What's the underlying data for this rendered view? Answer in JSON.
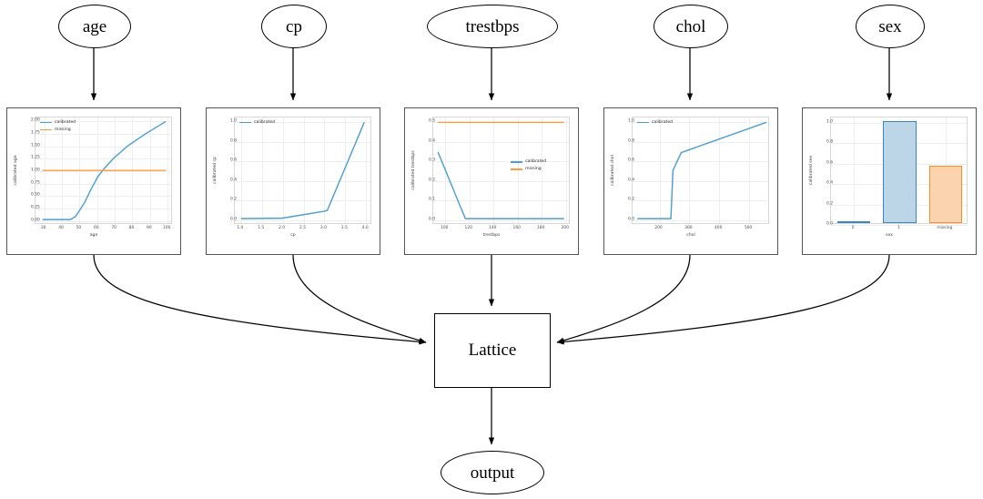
{
  "graph": {
    "input_nodes": [
      {
        "id": "age",
        "label": "age"
      },
      {
        "id": "cp",
        "label": "cp"
      },
      {
        "id": "trestbps",
        "label": "trestbps"
      },
      {
        "id": "chol",
        "label": "chol"
      },
      {
        "id": "sex",
        "label": "sex"
      }
    ],
    "lattice_label": "Lattice",
    "output_label": "output",
    "edge_color": "#000000"
  },
  "colors": {
    "calibrated": "#4c9fd0",
    "missing": "#ff9b3d",
    "bar_blue_fill": "#bcd6e8",
    "bar_blue_edge": "#3a87bd",
    "bar_orange_fill": "#fbd3ae",
    "bar_orange_edge": "#ff8c22",
    "grid": "#ededf2",
    "axes_border": "#d8d8d8",
    "card_border": "#555555"
  },
  "chart_data": [
    {
      "id": "age",
      "type": "line",
      "title": "",
      "xlabel": "age",
      "ylabel": "calibrated age",
      "xlim": [
        25,
        103
      ],
      "ylim": [
        -0.08,
        2.08
      ],
      "xticks": [
        "30",
        "40",
        "50",
        "60",
        "70",
        "80",
        "90",
        "100"
      ],
      "xtick_values": [
        30,
        40,
        50,
        60,
        70,
        80,
        90,
        100
      ],
      "yticks": [
        "0.00",
        "0.25",
        "0.50",
        "0.75",
        "1.00",
        "1.25",
        "1.50",
        "1.75",
        "2.00"
      ],
      "ytick_values": [
        0.0,
        0.25,
        0.5,
        0.75,
        1.0,
        1.25,
        1.5,
        1.75,
        2.0
      ],
      "grid": true,
      "legend_position": "upper left",
      "series": [
        {
          "name": "calibrated",
          "color": "#4c9fd0",
          "x": [
            29,
            45,
            48,
            53,
            57,
            61,
            65,
            70,
            78,
            88,
            100
          ],
          "y": [
            0.0,
            0.0,
            0.06,
            0.33,
            0.62,
            0.88,
            1.06,
            1.25,
            1.5,
            1.74,
            2.0
          ]
        },
        {
          "name": "missing",
          "color": "#ff9b3d",
          "x": [
            29,
            100
          ],
          "y": [
            1.0,
            1.0
          ]
        }
      ]
    },
    {
      "id": "cp",
      "type": "line",
      "title": "",
      "xlabel": "cp",
      "ylabel": "calibrated cp",
      "xlim": [
        0.85,
        4.15
      ],
      "ylim": [
        -0.05,
        1.05
      ],
      "xticks": [
        "1.0",
        "1.5",
        "2.0",
        "2.5",
        "3.0",
        "3.5",
        "4.0"
      ],
      "xtick_values": [
        1.0,
        1.5,
        2.0,
        2.5,
        3.0,
        3.5,
        4.0
      ],
      "yticks": [
        "0.0",
        "0.2",
        "0.4",
        "0.6",
        "0.8",
        "1.0"
      ],
      "ytick_values": [
        0.0,
        0.2,
        0.4,
        0.6,
        0.8,
        1.0
      ],
      "grid": true,
      "legend_position": "upper left",
      "series": [
        {
          "name": "calibrated",
          "color": "#4c9fd0",
          "x": [
            1.0,
            2.0,
            3.0,
            3.1,
            4.0
          ],
          "y": [
            0.0,
            0.005,
            0.075,
            0.085,
            1.0
          ]
        }
      ]
    },
    {
      "id": "trestbps",
      "type": "line",
      "title": "",
      "xlabel": "trestbps",
      "ylabel": "calibrated trestbps",
      "xlim": [
        90,
        204
      ],
      "ylim": [
        -0.025,
        0.525
      ],
      "xticks": [
        "100",
        "120",
        "140",
        "160",
        "180",
        "200"
      ],
      "xtick_values": [
        100,
        120,
        140,
        160,
        180,
        200
      ],
      "yticks": [
        "0.0",
        "0.1",
        "0.2",
        "0.3",
        "0.4",
        "0.5"
      ],
      "ytick_values": [
        0.0,
        0.1,
        0.2,
        0.3,
        0.4,
        0.5
      ],
      "grid": true,
      "legend_position": "center right",
      "series": [
        {
          "name": "calibrated",
          "color": "#4c9fd0",
          "x": [
            94,
            117,
            200
          ],
          "y": [
            0.345,
            0.0,
            0.0
          ]
        },
        {
          "name": "missing",
          "color": "#ff9b3d",
          "x": [
            94,
            200
          ],
          "y": [
            0.5,
            0.5
          ]
        }
      ]
    },
    {
      "id": "chol",
      "type": "line",
      "title": "",
      "xlabel": "chol",
      "ylabel": "calibrated chol",
      "xlim": [
        110,
        570
      ],
      "ylim": [
        -0.05,
        1.05
      ],
      "xticks": [
        "200",
        "300",
        "400",
        "500"
      ],
      "xtick_values": [
        200,
        300,
        400,
        500
      ],
      "yticks": [
        "0.0",
        "0.2",
        "0.4",
        "0.6",
        "0.8",
        "1.0"
      ],
      "ytick_values": [
        0.0,
        0.2,
        0.4,
        0.6,
        0.8,
        1.0
      ],
      "grid": true,
      "legend_position": "upper left",
      "series": [
        {
          "name": "calibrated",
          "color": "#4c9fd0",
          "x": [
            126,
            240,
            247,
            275,
            564
          ],
          "y": [
            0.0,
            0.0,
            0.5,
            0.685,
            1.0
          ]
        }
      ]
    },
    {
      "id": "sex",
      "type": "bar",
      "title": "",
      "xlabel": "sex",
      "ylabel": "calibrated sex",
      "ylim": [
        0.0,
        1.05
      ],
      "categories": [
        "0",
        "1",
        "missing"
      ],
      "values": [
        0.0,
        1.0,
        0.558
      ],
      "yticks": [
        "0.0",
        "0.2",
        "0.4",
        "0.6",
        "0.8",
        "1.0"
      ],
      "ytick_values": [
        0.0,
        0.2,
        0.4,
        0.6,
        0.8,
        1.0
      ],
      "bar_colors": [
        "#bcd6e8",
        "#bcd6e8",
        "#fbd3ae"
      ],
      "bar_edge_colors": [
        "#3a87bd",
        "#3a87bd",
        "#ff8c22"
      ],
      "grid": true,
      "legend_position": "none"
    }
  ]
}
